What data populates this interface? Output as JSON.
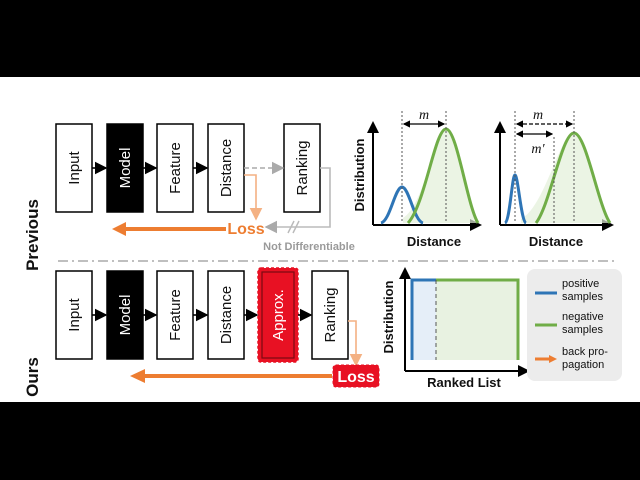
{
  "rows": {
    "previous": "Previous",
    "ours": "Ours"
  },
  "previous_pipeline": {
    "input": "Input",
    "model": "Model",
    "feature": "Feature",
    "distance": "Distance",
    "ranking": "Ranking",
    "loss": "Loss",
    "not_differentiable": "Not Differentiable"
  },
  "ours_pipeline": {
    "input": "Input",
    "model": "Model",
    "feature": "Feature",
    "distance": "Distance",
    "approx": "Approx.",
    "ranking": "Ranking",
    "loss": "Loss"
  },
  "previous_plots": {
    "ylabel": "Distribution",
    "xlabel_left": "Distance",
    "xlabel_right": "Distance",
    "margin_left": "m",
    "margin_right": "m",
    "margin_prime": "m′"
  },
  "ours_plot": {
    "ylabel": "Distribution",
    "xlabel": "Ranked List"
  },
  "legend": {
    "positive": [
      "positive",
      "samples"
    ],
    "negative": [
      "negative",
      "samples"
    ],
    "backprop": [
      "back pro-",
      "pagation"
    ]
  },
  "colors": {
    "positive": "#2e75b6",
    "negative": "#70ad47",
    "loss": "#ed7d31",
    "approx": "#e81123",
    "model_fill": "#000000"
  }
}
